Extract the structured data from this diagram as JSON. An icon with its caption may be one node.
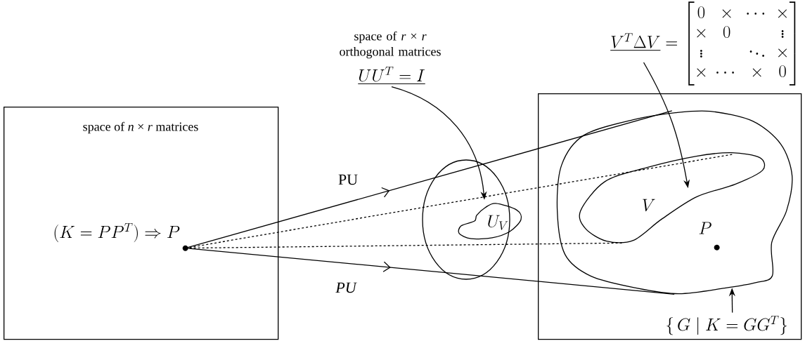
{
  "diagram": {
    "nodes": [
      {
        "text": [
          "space of *n* × *r* matrices"
        ]
      },
      {
        "text": [],
        "shape": "circle",
        "beside": [
          "( K = PP^{T} ) \\Rightarrow P"
        ],
        "in": 0
      },
      {
        "text": [],
        "shape": "ellipse"
      },
      {
        "text": [
          "U_{V}"
        ],
        "in": 2
      },
      {
        "text": [
          "space of *r* × *r* orthogonal matrices",
          "UU^{T} = I"
        ]
      },
      {
        "text": [],
        "shape": "box"
      },
      {
        "text": [],
        "shape": "cloud",
        "in": 5
      },
      {
        "text": [
          "V"
        ],
        "in": 6
      },
      {
        "text": [],
        "shape": "circle",
        "in": 6
      },
      {
        "text": [
          "\\underline{V^{T}\\Delta V} = \\begin{bmatrix} 0 & \\times & \\cdots & \\times \\\\ \\times & 0 & & \\vdots \\\\ \\vdots & & \\ddots & \\times \\\\ \\times & \\cdots & \\times & 0 \\end{bmatrix}"
        ]
      },
      {
        "text": [
          "\\{\\, G \\mid K = G G^{T} \\}"
        ],
        "in": 5
      }
    ],
    "edges": [
      {
        "from": 1,
        "to": 6,
        "arrow": "to",
        "label": "PU"
      },
      {
        "from": 1,
        "to": 6,
        "arrow": "to",
        "label": "PU"
      },
      {
        "from": 1,
        "to": 7,
        "arrow": "none",
        "style": "dashed"
      },
      {
        "from": 1,
        "to": 7,
        "arrow": "none",
        "style": "dashed"
      },
      {
        "from": 4,
        "to": 3,
        "arrow": "to"
      },
      {
        "from": 9,
        "to": 7,
        "arrow": "to"
      },
      {
        "from": 10,
        "to": 6,
        "arrow": "to"
      }
    ],
    "labels": [
      "P"
    ]
  }
}
